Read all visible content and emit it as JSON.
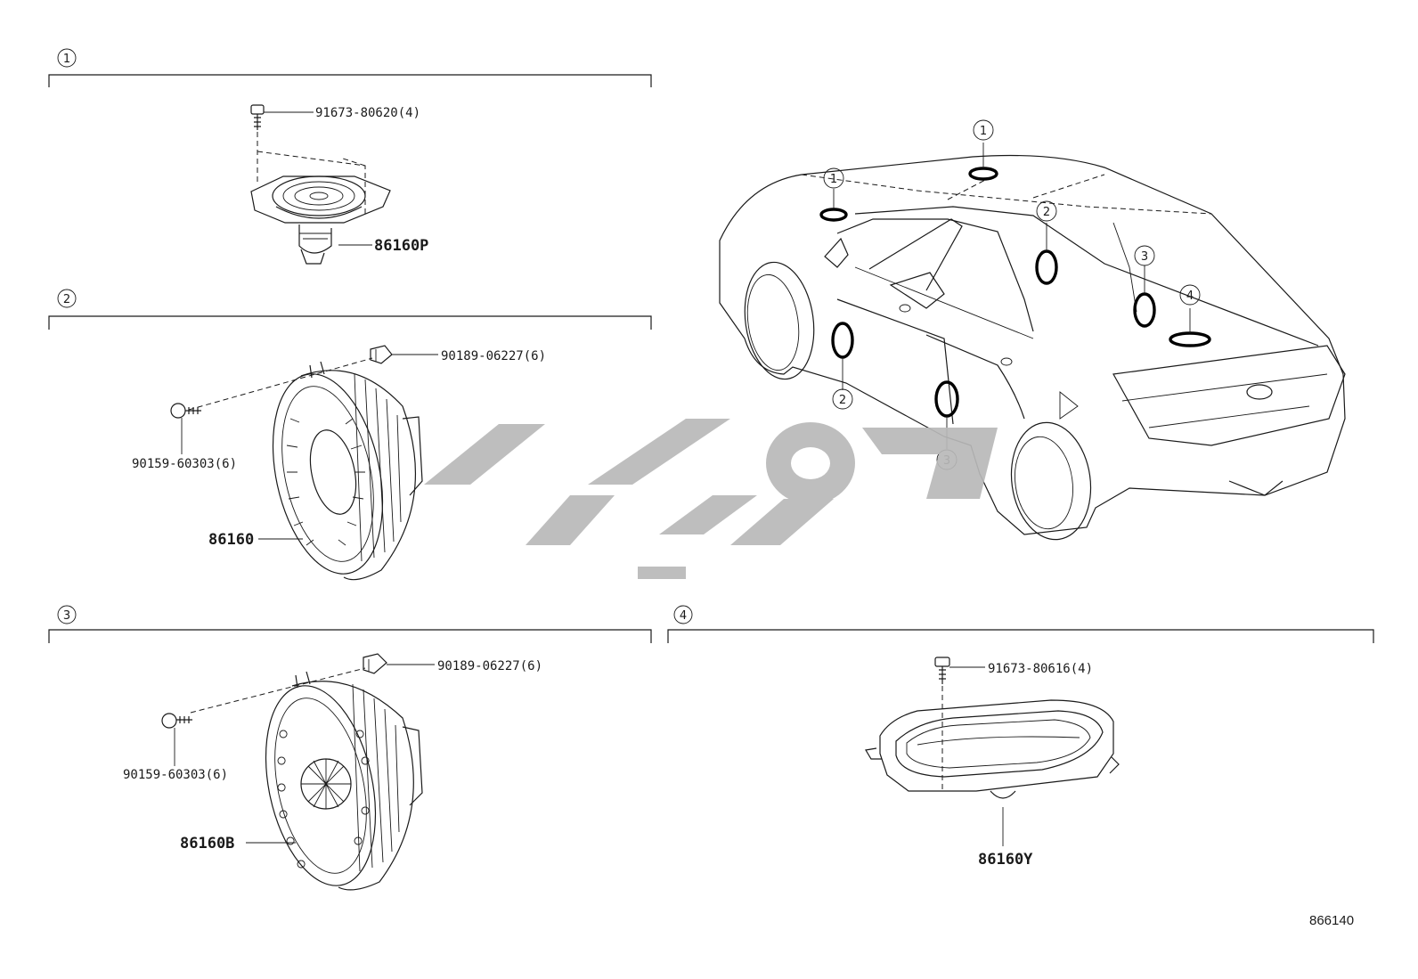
{
  "sections": [
    {
      "id": "1",
      "parts": [
        {
          "number": "91673-80620(4)",
          "name": "screw"
        },
        {
          "number": "86160P",
          "name": "speaker"
        }
      ]
    },
    {
      "id": "2",
      "parts": [
        {
          "number": "90189-06227(6)",
          "name": "clip"
        },
        {
          "number": "90159-60303(6)",
          "name": "screw"
        },
        {
          "number": "86160",
          "name": "speaker"
        }
      ]
    },
    {
      "id": "3",
      "parts": [
        {
          "number": "90189-06227(6)",
          "name": "clip"
        },
        {
          "number": "90159-60303(6)",
          "name": "screw"
        },
        {
          "number": "86160B",
          "name": "speaker"
        }
      ]
    },
    {
      "id": "4",
      "parts": [
        {
          "number": "91673-80616(4)",
          "name": "screw"
        },
        {
          "number": "86160Y",
          "name": "speaker"
        }
      ]
    }
  ],
  "car_callouts": [
    "1",
    "1",
    "2",
    "2",
    "3",
    "3",
    "4"
  ],
  "diagram_id": "866140",
  "colors": {
    "line": "#1a1a1a",
    "watermark": "#b9b9b9",
    "background": "#ffffff"
  }
}
